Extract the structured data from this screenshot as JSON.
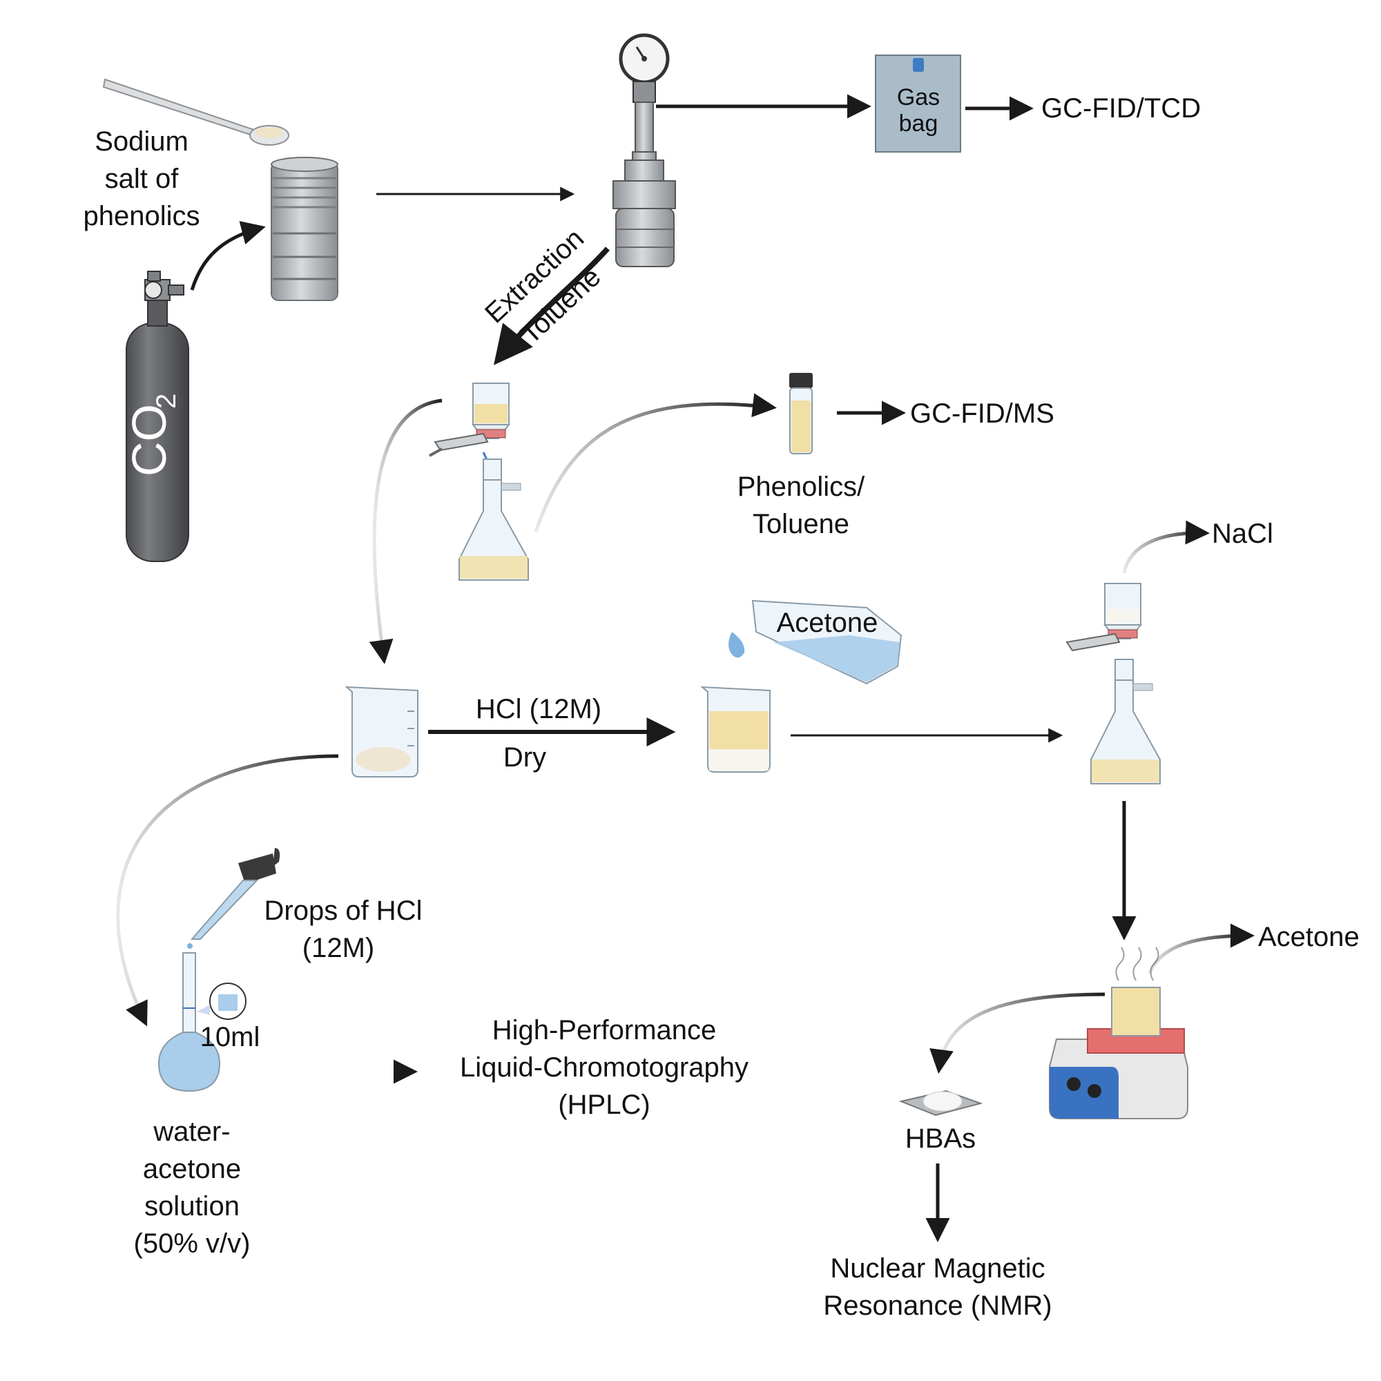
{
  "labels": {
    "sodium_salt": [
      "Sodium",
      "salt of",
      "phenolics"
    ],
    "co2": "CO",
    "co2_sub": "2",
    "gas_bag": [
      "Gas",
      "bag"
    ],
    "gc_fid_tcd": "GC-FID/TCD",
    "extraction": "Extraction",
    "toluene": "Toluene",
    "gc_fid_ms": "GC-FID/MS",
    "phenolics_toluene": [
      "Phenolics/",
      "Toluene"
    ],
    "nacl": "NaCl",
    "acetone_flask": "Acetone",
    "hcl_12m": "HCl (12M)",
    "dry": "Dry",
    "drops_hcl": [
      "Drops of HCl",
      "(12M)"
    ],
    "volume": "10ml",
    "hplc": [
      "High-Performance",
      "Liquid-Chromotography",
      "(HPLC)"
    ],
    "water_acetone": [
      "water-",
      "acetone",
      "solution",
      "(50% v/v)"
    ],
    "acetone_out": "Acetone",
    "hbas": "HBAs",
    "nmr": [
      "Nuclear Magnetic",
      "Resonance (NMR)"
    ]
  },
  "colors": {
    "arrow": "#1a1a1a",
    "metal": "#a9adb1",
    "cylinder": "#5b5d60",
    "liquid_yellow": "#f2dfa6",
    "liquid_blue": "#a9cdea",
    "glass": "#eef5fa",
    "hotplate_red": "#e56f6f",
    "hotplate_blue": "#3a72c2",
    "gas_bag": "#a9bcc8"
  }
}
